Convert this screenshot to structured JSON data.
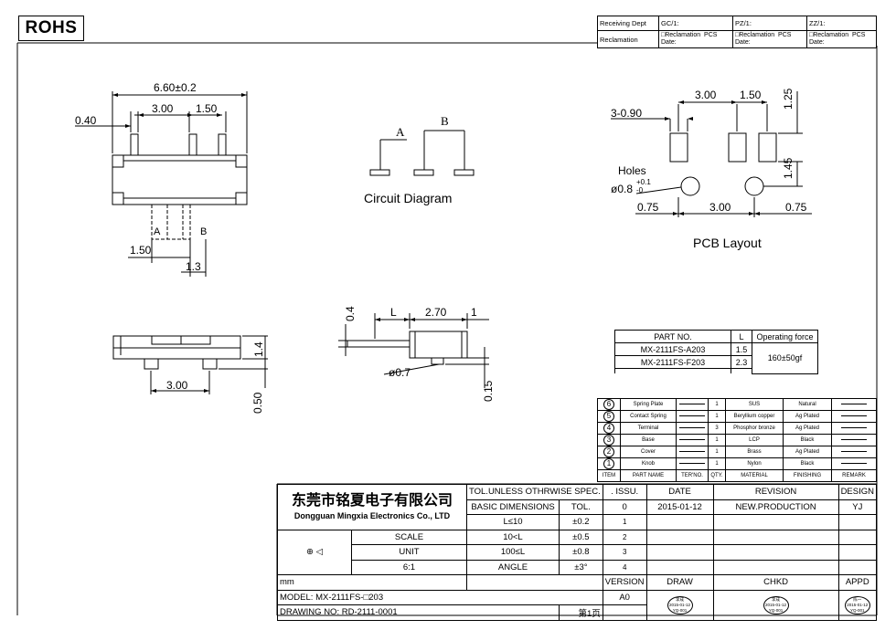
{
  "rohs": "ROHS",
  "receiving_table": {
    "rows": [
      [
        "Receiving Dept",
        "GC/1:",
        "PZ/1:",
        "ZZ/1:"
      ],
      [
        "Reclamation",
        "□Reclamation  PCS\nDate:",
        "□Reclamation  PCS\nDate:",
        "□Reclamation  PCS\nDate:"
      ]
    ]
  },
  "top_view": {
    "dim_total": "6.60±0.2",
    "dim_left": "0.40",
    "dim_pitch": "3.00",
    "dim_pitch2": "1.50",
    "label_a": "A",
    "label_b": "B",
    "dim_bottom1": "1.50",
    "dim_bottom2": "1.3"
  },
  "circuit": {
    "label_a": "A",
    "label_b": "B",
    "caption": "Circuit  Diagram"
  },
  "pcb": {
    "dim_pitch": "3.00",
    "dim_pitch2": "1.50",
    "dim_pad": "3-0.90",
    "dim_h1": "1.25",
    "dim_h2": "1.45",
    "holes_label": "Holes",
    "hole_dia": "ø0.8",
    "hole_tol_plus": "+0.1",
    "hole_tol_minus": "-0",
    "dim_bl": "0.75",
    "dim_bc": "3.00",
    "dim_br": "0.75",
    "caption": "PCB  Layout"
  },
  "front_view": {
    "dim_h": "1.4",
    "dim_pitch": "3.00",
    "dim_post": "0.50"
  },
  "side_view": {
    "dim_04": "0.4",
    "dim_L": "L",
    "dim_270": "2.70",
    "dim_1": "1",
    "dim_07": "ø0.7",
    "dim_015": "0.15"
  },
  "part_table": {
    "headers": [
      "PART  NO.",
      "L",
      "Operating  force"
    ],
    "rows": [
      [
        "MX-2111FS-A203",
        "1.5"
      ],
      [
        "MX-2111FS-F203",
        "2.3"
      ]
    ],
    "force": "160±50gf"
  },
  "materials": {
    "rows": [
      [
        "6",
        "Spring Plate",
        "1",
        "SUS",
        "Natural"
      ],
      [
        "5",
        "Contact Spring",
        "1",
        "Beryllium copper",
        "Ag Plated"
      ],
      [
        "4",
        "Terminal",
        "3",
        "Phosphor bronze",
        "Ag Plated"
      ],
      [
        "3",
        "Base",
        "1",
        "LCP",
        "Black"
      ],
      [
        "2",
        "Cover",
        "1",
        "Brass",
        "Ag Plated"
      ],
      [
        "1",
        "Knob",
        "1",
        "Nylon",
        "Black"
      ]
    ],
    "headers": [
      "ITEM",
      "PART NAME",
      "TER'NO.",
      "QTY.",
      "MATERIAL",
      "FINISHING",
      "REMARK"
    ]
  },
  "title_block": {
    "company_cn": "东莞市铭夏电子有限公司",
    "company_en": "Dongguan Mingxia Electronics Co., LTD",
    "tol_header": "TOL.UNLESS OTHRWISE SPEC.",
    "basic_dim": "BASIC DIMENSIONS",
    "tol": "TOL.",
    "tol_rows": [
      [
        "L≤10",
        "±0.2"
      ],
      [
        "10<L",
        "±0.5"
      ],
      [
        "100≤L",
        "±0.8"
      ],
      [
        "ANGLE",
        "±3°"
      ]
    ],
    "scale_label": "SCALE",
    "scale_value": "6:1",
    "unit_label": "UNIT",
    "unit_value": "mm",
    "issu": ". ISSU.",
    "date": "DATE",
    "revision": "REVISION",
    "design": "DESIGN",
    "rev_row": [
      "0",
      "2015-01-12",
      "NEW.PRODUCTION",
      "YJ"
    ],
    "rev_marks": [
      "1",
      "2",
      "3",
      "4"
    ],
    "version": "VERSION",
    "version_value": "A0",
    "draw": "DRAW",
    "chkd": "CHKD",
    "appd": "APPD",
    "model_label": "MODEL:",
    "model_value": "MX-2111FS-□203",
    "drawing_label": "DRAWING NO:",
    "drawing_value": "RD-2111-0001",
    "page": "第1页",
    "stamps": [
      "李成\n2015-01-12\nYQ-001",
      "李成\n2015-01-12\nYQ-001",
      "陈一\n2015-01-12\nYQ-001"
    ]
  }
}
